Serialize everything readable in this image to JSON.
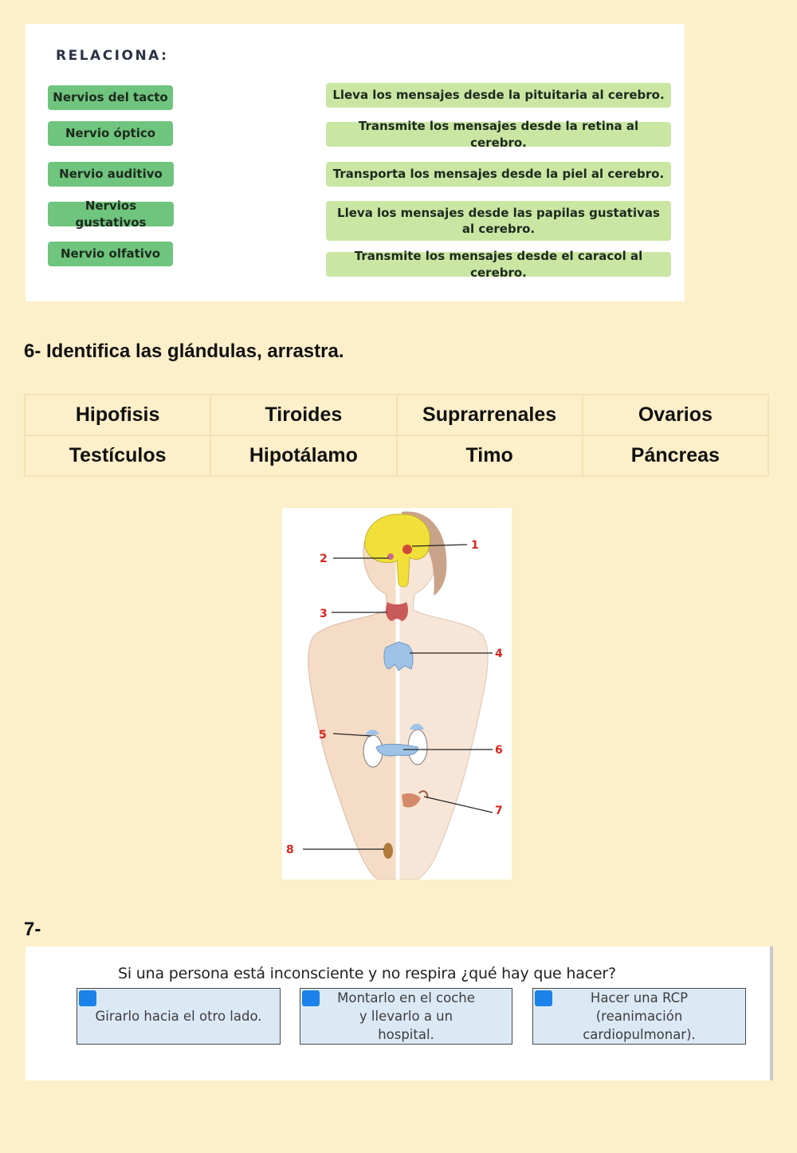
{
  "relaciona": {
    "title": "RELACIONA:",
    "left_items": [
      "Nervios del tacto",
      "Nervio óptico",
      "Nervio auditivo",
      "Nervios gustativos",
      "Nervio olfativo"
    ],
    "right_items": [
      "Lleva los mensajes desde la pituitaria al cerebro.",
      "Transmite los mensajes desde la retina al cerebro.",
      "Transporta los mensajes desde la piel al cerebro.",
      "Lleva los mensajes desde las papilas gustativas al cerebro.",
      "Transmite los mensajes desde el caracol al cerebro."
    ]
  },
  "section6": {
    "heading": "6- Identifica las glándulas, arrastra.",
    "glands": [
      [
        "Hipofisis",
        "Tiroides",
        "Suprarrenales",
        "Ovarios"
      ],
      [
        "Testículos",
        "Hipotálamo",
        "Timo",
        "Páncreas"
      ]
    ],
    "figure_numbers": [
      "1",
      "2",
      "3",
      "4",
      "5",
      "6",
      "7",
      "8"
    ]
  },
  "section7": {
    "heading": "7-",
    "question": "Si una persona está inconsciente y no respira ¿qué hay que hacer?",
    "options": [
      "Girarlo hacia el otro lado.",
      "Montarlo en el coche y llevarlo a un hospital.",
      "Hacer una RCP (reanimación cardiopulmonar)."
    ]
  },
  "colors": {
    "page_background": "#fdefc9",
    "left_tile": "#6fc47e",
    "right_tile": "#c9e6a3",
    "option_fill": "#dbe9f5",
    "checkbox": "#1a82e8",
    "figure_numbers": "#d6261f"
  }
}
